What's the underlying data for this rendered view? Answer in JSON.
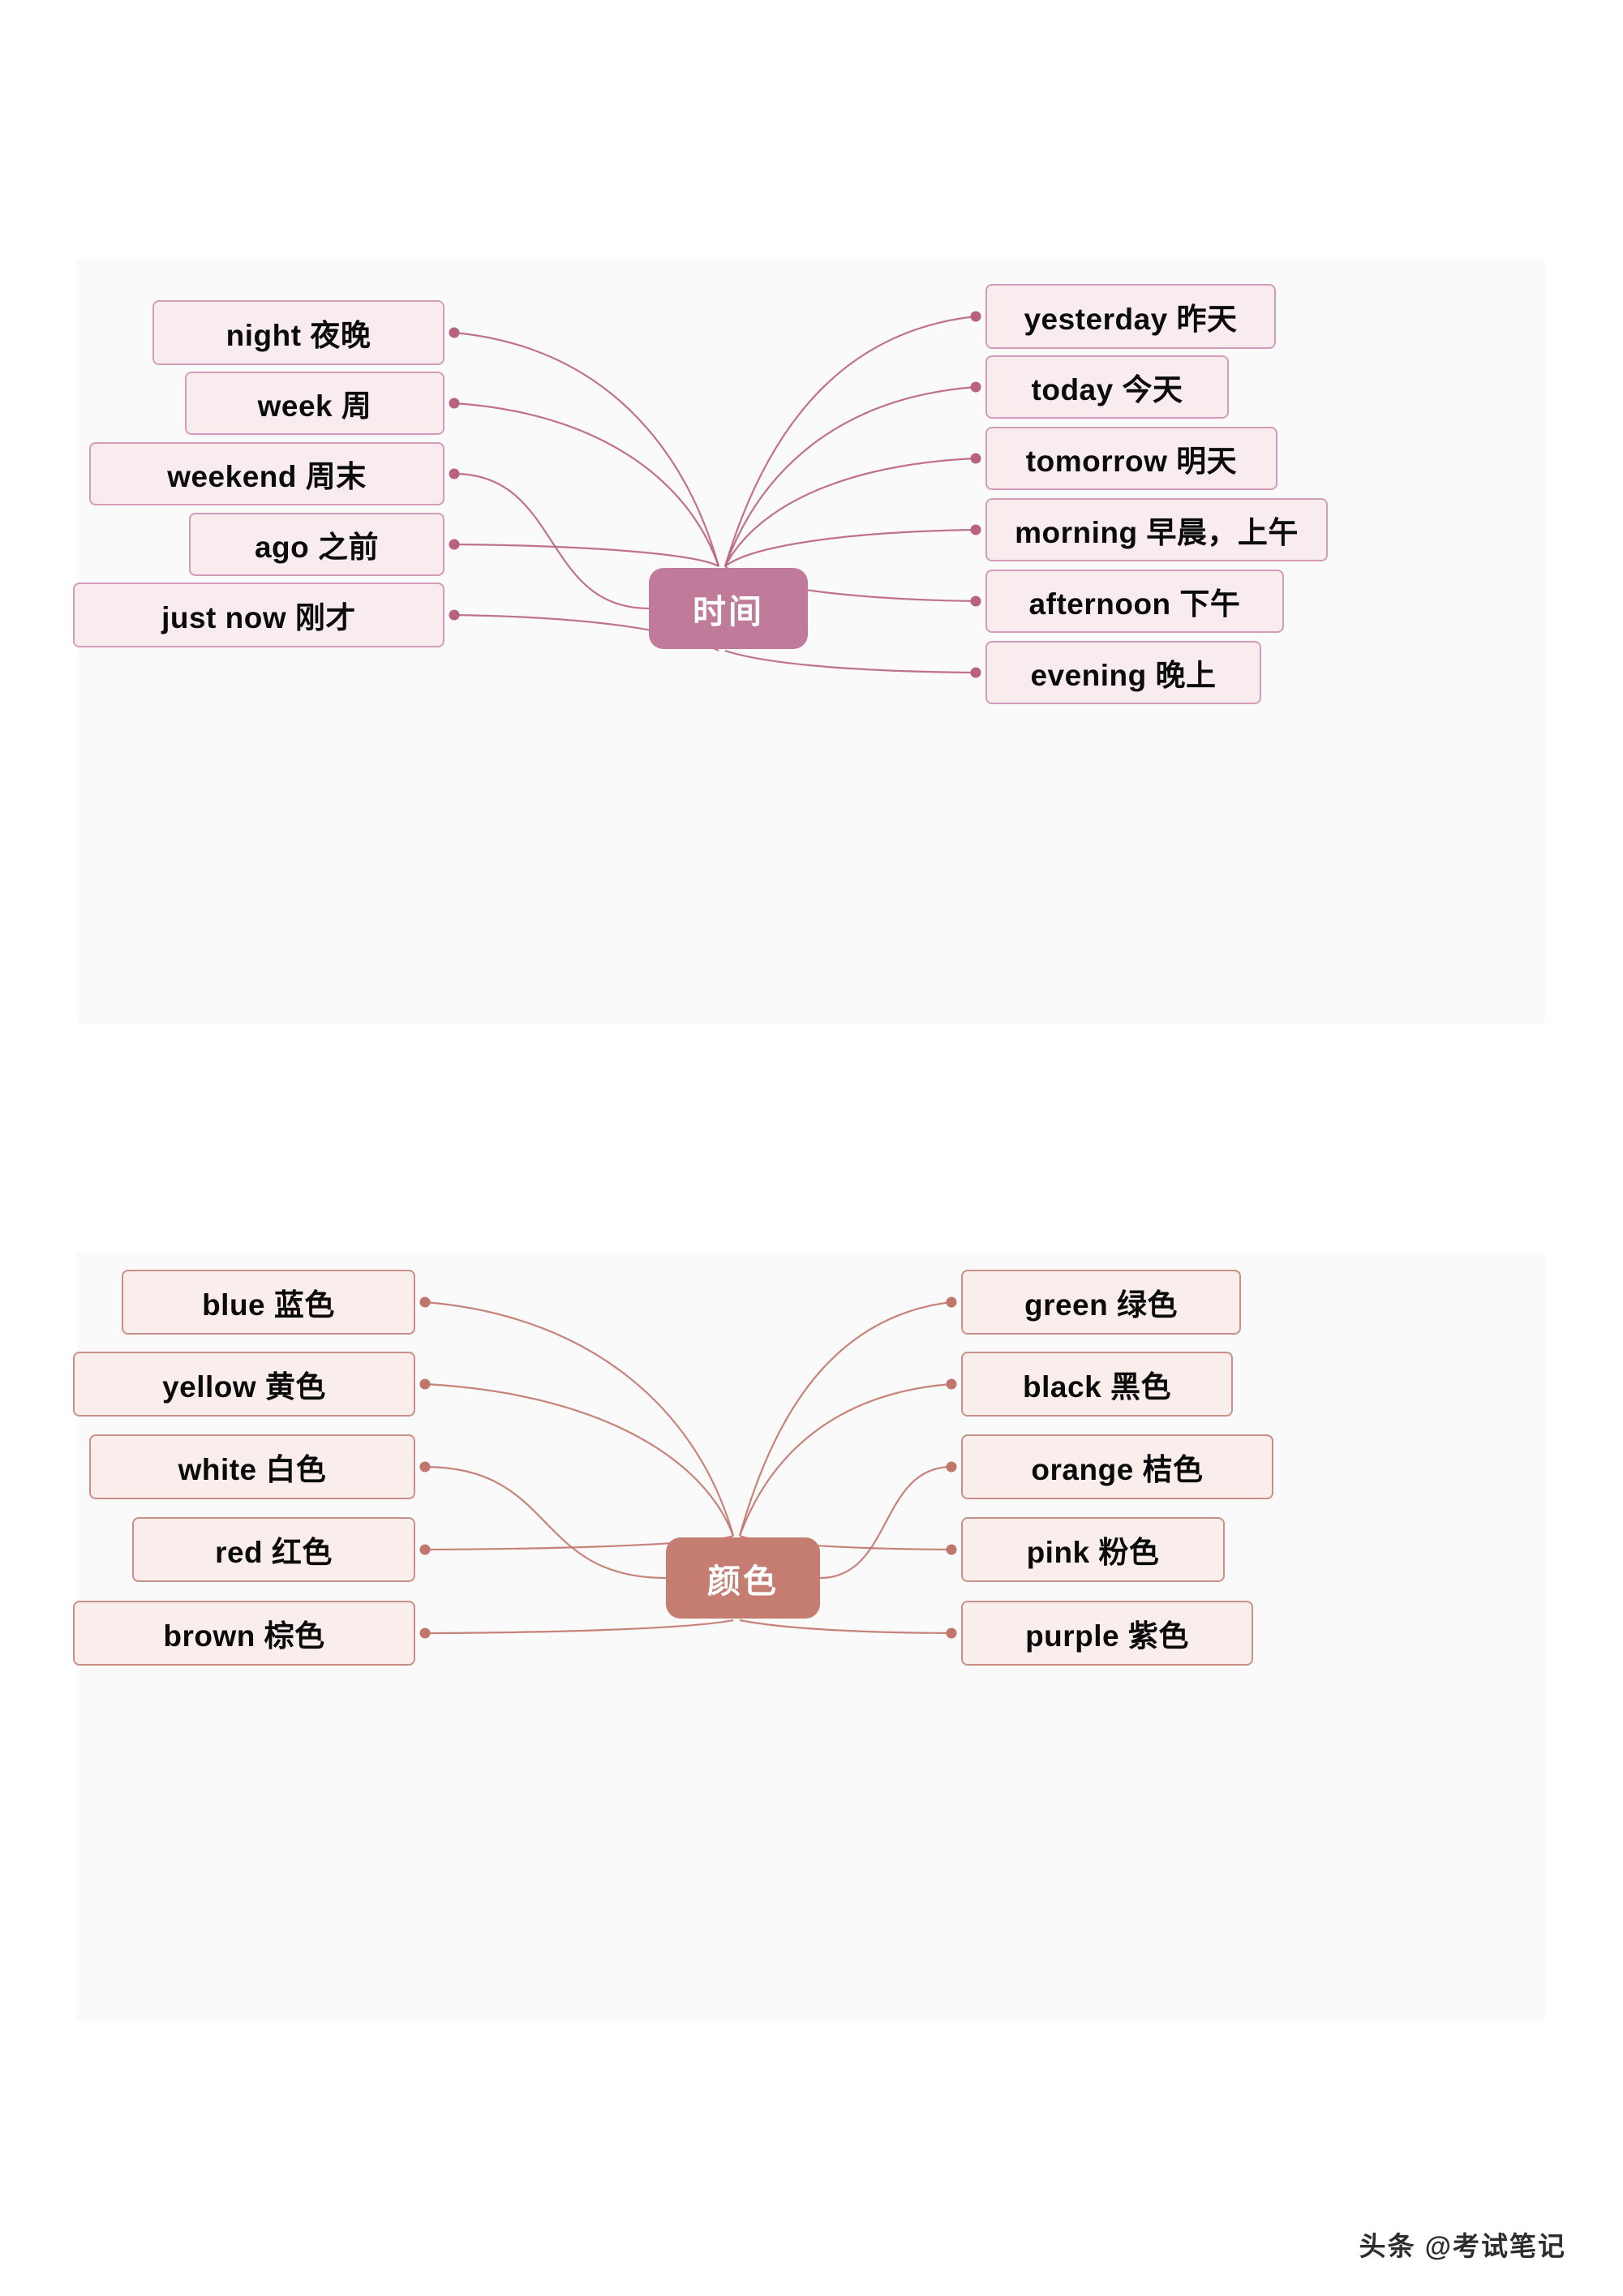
{
  "page": {
    "watermark": "头条 @考试笔记"
  },
  "maps": [
    {
      "id": "time",
      "center": "时间",
      "accent": "#c07b9a",
      "leaf_border": "#d49cba",
      "leaf_fill": "#f9ecef",
      "left_nodes": [
        {
          "label": "night  夜晚",
          "en": "night",
          "zh": "夜晚"
        },
        {
          "label": "week  周",
          "en": "week",
          "zh": "周"
        },
        {
          "label": "weekend  周末",
          "en": "weekend",
          "zh": "周末"
        },
        {
          "label": "ago  之前",
          "en": "ago",
          "zh": "之前"
        },
        {
          "label": "just now   刚才",
          "en": "just now",
          "zh": "刚才"
        }
      ],
      "right_nodes": [
        {
          "label": "yesterday  昨天",
          "en": "yesterday",
          "zh": "昨天"
        },
        {
          "label": "today  今天",
          "en": "today",
          "zh": "今天"
        },
        {
          "label": "tomorrow  明天",
          "en": "tomorrow",
          "zh": "明天"
        },
        {
          "label": "morning  早晨，上午",
          "en": "morning",
          "zh": "早晨，上午"
        },
        {
          "label": "afternoon   下午",
          "en": "afternoon",
          "zh": "下午"
        },
        {
          "label": "evening   晚上",
          "en": "evening",
          "zh": "晚上"
        }
      ]
    },
    {
      "id": "color",
      "center": "颜色",
      "accent": "#c57d72",
      "leaf_border": "#c99088",
      "leaf_fill": "#faeeed",
      "left_nodes": [
        {
          "label": "blue   蓝色",
          "en": "blue",
          "zh": "蓝色"
        },
        {
          "label": "yellow   黄色",
          "en": "yellow",
          "zh": "黄色"
        },
        {
          "label": "white  白色",
          "en": "white",
          "zh": "白色"
        },
        {
          "label": "red   红色",
          "en": "red",
          "zh": "红色"
        },
        {
          "label": "brown   棕色",
          "en": "brown",
          "zh": "棕色"
        }
      ],
      "right_nodes": [
        {
          "label": "green   绿色",
          "en": "green",
          "zh": "绿色"
        },
        {
          "label": "black   黑色",
          "en": "black",
          "zh": "黑色"
        },
        {
          "label": "orange   桔色",
          "en": "orange",
          "zh": "桔色"
        },
        {
          "label": "pink  粉色",
          "en": "pink",
          "zh": "粉色"
        },
        {
          "label": "purple   紫色",
          "en": "purple",
          "zh": "紫色"
        }
      ]
    }
  ]
}
